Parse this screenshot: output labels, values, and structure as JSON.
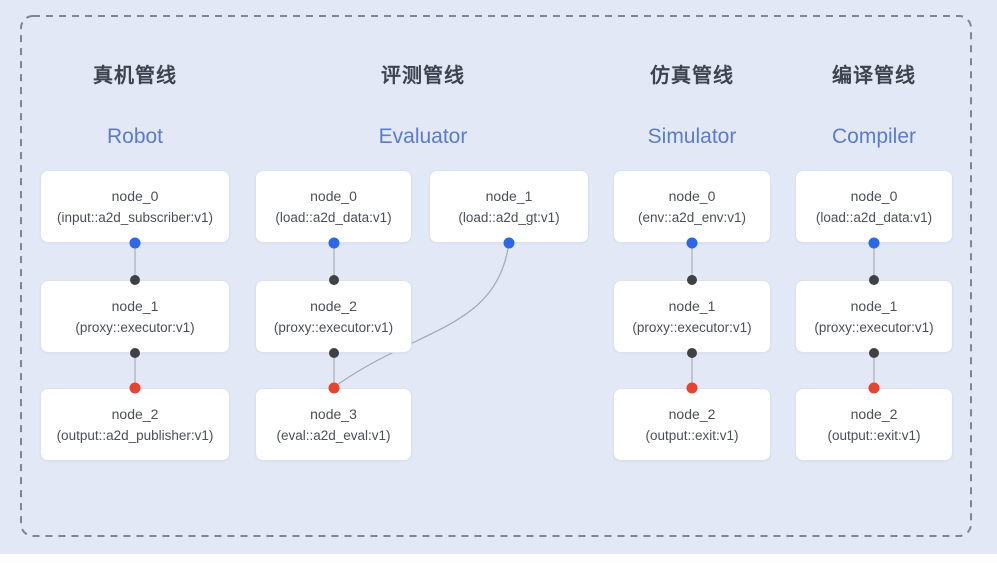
{
  "colors": {
    "background": "#e3e8f6",
    "page_bg": "#fdfdfe",
    "dashed_border": "#80858f",
    "node_bg": "#ffffff",
    "node_border": "#dde1ea",
    "edge": "#a8aeba",
    "curve": "#9fa8bd",
    "port_blue": "#2b67e8",
    "port_black": "#3f4145",
    "port_red": "#e8432c",
    "title_zh": "#3e434e",
    "title_en": "#5b7cc9",
    "node_text": "#4c4f56"
  },
  "pipelines": [
    {
      "title_zh": "真机管线",
      "title_en": "Robot",
      "nodes": [
        {
          "name": "node_0",
          "type": "(input::a2d_subscriber:v1)"
        },
        {
          "name": "node_1",
          "type": "(proxy::executor:v1)"
        },
        {
          "name": "node_2",
          "type": "(output::a2d_publisher:v1)"
        }
      ]
    },
    {
      "title_zh": "评测管线",
      "title_en": "Evaluator",
      "nodes": [
        {
          "name": "node_0",
          "type": "(load::a2d_data:v1)"
        },
        {
          "name": "node_1",
          "type": "(load::a2d_gt:v1)"
        },
        {
          "name": "node_2",
          "type": "(proxy::executor:v1)"
        },
        {
          "name": "node_3",
          "type": "(eval::a2d_eval:v1)"
        }
      ]
    },
    {
      "title_zh": "仿真管线",
      "title_en": "Simulator",
      "nodes": [
        {
          "name": "node_0",
          "type": "(env::a2d_env:v1)"
        },
        {
          "name": "node_1",
          "type": "(proxy::executor:v1)"
        },
        {
          "name": "node_2",
          "type": "(output::exit:v1)"
        }
      ]
    },
    {
      "title_zh": "编译管线",
      "title_en": "Compiler",
      "nodes": [
        {
          "name": "node_0",
          "type": "(load::a2d_data:v1)"
        },
        {
          "name": "node_1",
          "type": "(proxy::executor:v1)"
        },
        {
          "name": "node_2",
          "type": "(output::exit:v1)"
        }
      ]
    }
  ]
}
